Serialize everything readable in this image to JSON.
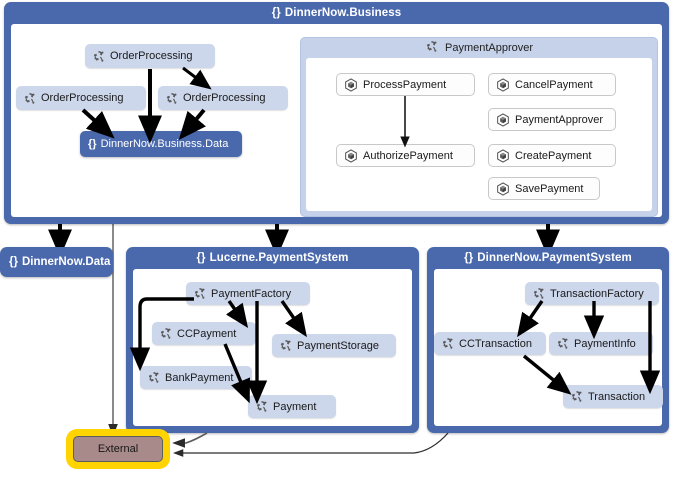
{
  "diagram": {
    "title": "DinnerNow.Business",
    "kind": "code-dependency-graph"
  },
  "colors": {
    "namespace_fill": "#4a69ad",
    "namespace_text": "#ffffff",
    "typegroup_fill": "#c5d2ea",
    "node_fill": "#ccd7ec",
    "method_fill": "#fdfdfd",
    "external_fill": "#a98a8a",
    "external_highlight": "#ffd400",
    "arrow_stroke": "#000000",
    "thin_arrow_stroke": "#3c3c3c",
    "canvas_bg": "#ffffff"
  },
  "icons": {
    "class": "class-icon",
    "method": "method-icon",
    "namespace": "namespace-braces-icon"
  },
  "namespaces": {
    "business": {
      "braces": "{}",
      "title": "DinnerNow.Business"
    },
    "data": {
      "braces": "{}",
      "title": "DinnerNow.Data"
    },
    "lucerne": {
      "braces": "{}",
      "title": "Lucerne.PaymentSystem"
    },
    "dinnernow_payment": {
      "braces": "{}",
      "title": "DinnerNow.PaymentSystem"
    }
  },
  "business_nodes": {
    "order_processing_top": {
      "label": "OrderProcessing",
      "icon": "class-icon"
    },
    "order_processing_left": {
      "label": "OrderProcessing",
      "icon": "class-icon"
    },
    "order_processing_right": {
      "label": "OrderProcessing",
      "icon": "class-icon"
    },
    "business_data": {
      "braces": "{}",
      "label": "DinnerNow.Business.Data"
    }
  },
  "payment_approver": {
    "title": "PaymentApprover",
    "icon": "class-icon",
    "methods_left": [
      {
        "label": "ProcessPayment",
        "icon": "method-icon"
      },
      {
        "label": "AuthorizePayment",
        "icon": "method-icon"
      }
    ],
    "methods_right": [
      {
        "label": "CancelPayment",
        "icon": "method-icon"
      },
      {
        "label": "PaymentApprover",
        "icon": "method-icon"
      },
      {
        "label": "CreatePayment",
        "icon": "method-icon"
      },
      {
        "label": "SavePayment",
        "icon": "method-icon"
      }
    ]
  },
  "lucerne_nodes": {
    "payment_factory": {
      "label": "PaymentFactory",
      "icon": "class-icon"
    },
    "cc_payment": {
      "label": "CCPayment",
      "icon": "class-icon"
    },
    "payment_storage": {
      "label": "PaymentStorage",
      "icon": "class-icon"
    },
    "bank_payment": {
      "label": "BankPayment",
      "icon": "class-icon"
    },
    "payment": {
      "label": "Payment",
      "icon": "class-icon"
    }
  },
  "dinnernow_payment_nodes": {
    "transaction_factory": {
      "label": "TransactionFactory",
      "icon": "class-icon"
    },
    "cc_transaction": {
      "label": "CCTransaction",
      "icon": "class-icon"
    },
    "payment_info": {
      "label": "PaymentInfo",
      "icon": "class-icon"
    },
    "transaction": {
      "label": "Transaction",
      "icon": "class-icon"
    }
  },
  "external_node": {
    "label": "External",
    "highlighted": true
  },
  "dependencies": [
    {
      "from": "OrderProcessing (top)",
      "to": "DinnerNow.Business.Data"
    },
    {
      "from": "OrderProcessing (top)",
      "to": "OrderProcessing (right)"
    },
    {
      "from": "OrderProcessing (left)",
      "to": "DinnerNow.Business.Data"
    },
    {
      "from": "OrderProcessing (right)",
      "to": "DinnerNow.Business.Data"
    },
    {
      "from": "ProcessPayment",
      "to": "AuthorizePayment"
    },
    {
      "from": "DinnerNow.Business",
      "to": "DinnerNow.Data"
    },
    {
      "from": "DinnerNow.Business",
      "to": "Lucerne.PaymentSystem"
    },
    {
      "from": "DinnerNow.Business",
      "to": "DinnerNow.PaymentSystem"
    },
    {
      "from": "DinnerNow.Business",
      "to": "External"
    },
    {
      "from": "PaymentFactory",
      "to": "BankPayment"
    },
    {
      "from": "PaymentFactory",
      "to": "CCPayment"
    },
    {
      "from": "PaymentFactory",
      "to": "Payment"
    },
    {
      "from": "PaymentFactory",
      "to": "PaymentStorage"
    },
    {
      "from": "CCPayment",
      "to": "Payment"
    },
    {
      "from": "TransactionFactory",
      "to": "CCTransaction"
    },
    {
      "from": "TransactionFactory",
      "to": "PaymentInfo"
    },
    {
      "from": "TransactionFactory",
      "to": "Transaction"
    },
    {
      "from": "CCTransaction",
      "to": "Transaction"
    },
    {
      "from": "Lucerne.PaymentSystem",
      "to": "External"
    },
    {
      "from": "DinnerNow.PaymentSystem",
      "to": "External"
    }
  ]
}
